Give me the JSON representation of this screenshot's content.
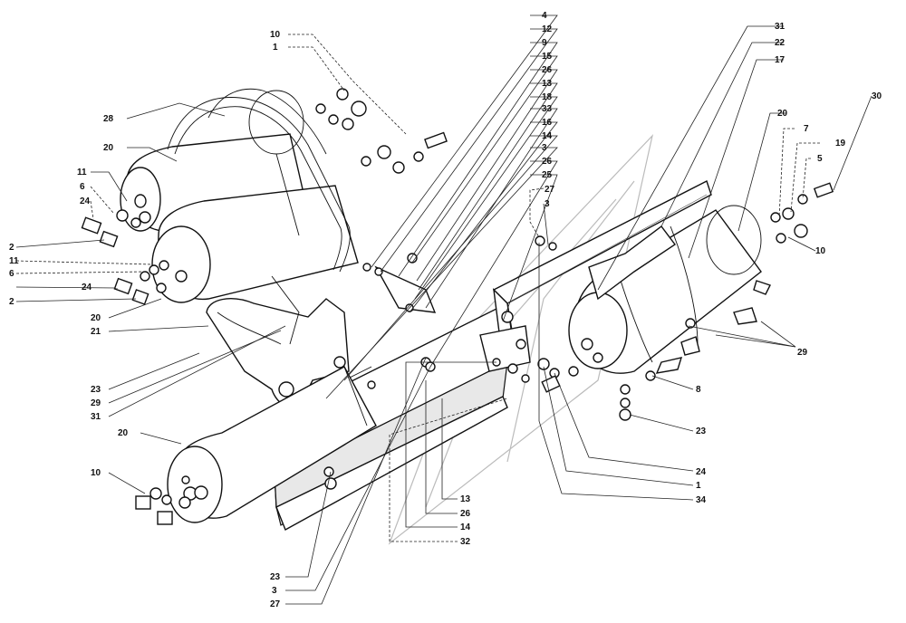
{
  "diagram": {
    "callouts": [
      {
        "id": "c-10-tl",
        "text": "10"
      },
      {
        "id": "c-1-tl",
        "text": "1"
      },
      {
        "id": "c-28",
        "text": "28"
      },
      {
        "id": "c-20-a",
        "text": "20"
      },
      {
        "id": "c-11-a",
        "text": "11"
      },
      {
        "id": "c-6-a",
        "text": "6"
      },
      {
        "id": "c-24-a",
        "text": "24"
      },
      {
        "id": "c-2-a",
        "text": "2"
      },
      {
        "id": "c-11-b",
        "text": "11"
      },
      {
        "id": "c-6-b",
        "text": "6"
      },
      {
        "id": "c-24-b",
        "text": "24"
      },
      {
        "id": "c-2-b",
        "text": "2"
      },
      {
        "id": "c-20-b",
        "text": "20"
      },
      {
        "id": "c-21",
        "text": "21"
      },
      {
        "id": "c-23-l",
        "text": "23"
      },
      {
        "id": "c-29-l",
        "text": "29"
      },
      {
        "id": "c-31-l",
        "text": "31"
      },
      {
        "id": "c-20-c",
        "text": "20"
      },
      {
        "id": "c-10-bl",
        "text": "10"
      },
      {
        "id": "c-4",
        "text": "4"
      },
      {
        "id": "c-12",
        "text": "12"
      },
      {
        "id": "c-9",
        "text": "9"
      },
      {
        "id": "c-15",
        "text": "15"
      },
      {
        "id": "c-26-a",
        "text": "26"
      },
      {
        "id": "c-13-a",
        "text": "13"
      },
      {
        "id": "c-18",
        "text": "18"
      },
      {
        "id": "c-33",
        "text": "33"
      },
      {
        "id": "c-16",
        "text": "16"
      },
      {
        "id": "c-14-a",
        "text": "14"
      },
      {
        "id": "c-3-a",
        "text": "3"
      },
      {
        "id": "c-26-b",
        "text": "26"
      },
      {
        "id": "c-25",
        "text": "25"
      },
      {
        "id": "c-27-a",
        "text": "27"
      },
      {
        "id": "c-3-b",
        "text": "3"
      },
      {
        "id": "c-31-r",
        "text": "31"
      },
      {
        "id": "c-22",
        "text": "22"
      },
      {
        "id": "c-17",
        "text": "17"
      },
      {
        "id": "c-30",
        "text": "30"
      },
      {
        "id": "c-20-r",
        "text": "20"
      },
      {
        "id": "c-7",
        "text": "7"
      },
      {
        "id": "c-19",
        "text": "19"
      },
      {
        "id": "c-5",
        "text": "5"
      },
      {
        "id": "c-10-r",
        "text": "10"
      },
      {
        "id": "c-29-r",
        "text": "29"
      },
      {
        "id": "c-8",
        "text": "8"
      },
      {
        "id": "c-23-r",
        "text": "23"
      },
      {
        "id": "c-24-r",
        "text": "24"
      },
      {
        "id": "c-1-r",
        "text": "1"
      },
      {
        "id": "c-34",
        "text": "34"
      },
      {
        "id": "c-13-b",
        "text": "13"
      },
      {
        "id": "c-26-c",
        "text": "26"
      },
      {
        "id": "c-14-b",
        "text": "14"
      },
      {
        "id": "c-32",
        "text": "32"
      },
      {
        "id": "c-23-b",
        "text": "23"
      },
      {
        "id": "c-3-c",
        "text": "3"
      },
      {
        "id": "c-27-b",
        "text": "27"
      }
    ]
  }
}
